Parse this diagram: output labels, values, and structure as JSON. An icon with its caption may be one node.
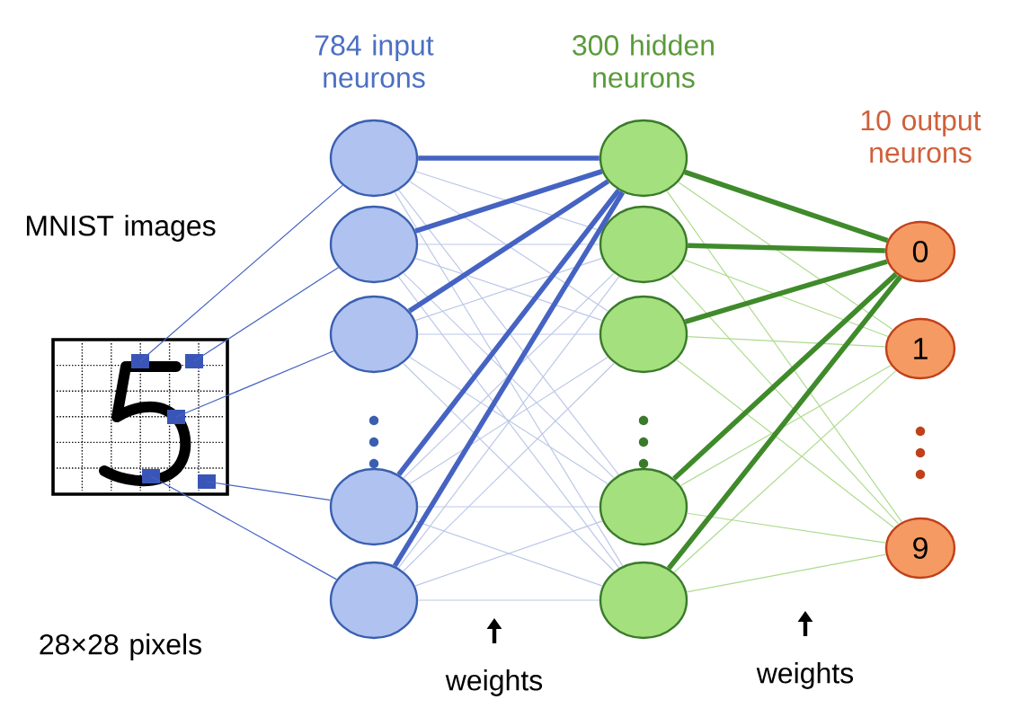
{
  "diagram": {
    "nodes": [
      {
        "text": [],
        "shape": "picture"
      },
      {
        "text": [],
        "shape": "circle"
      },
      {
        "text": [],
        "shape": "circle"
      },
      {
        "text": [],
        "shape": "circle"
      },
      {
        "text": [],
        "shape": "circle"
      },
      {
        "text": [],
        "shape": "circle"
      },
      {
        "text": [],
        "shape": "circle"
      },
      {
        "text": [],
        "shape": "circle"
      },
      {
        "text": [],
        "shape": "circle"
      },
      {
        "text": [],
        "shape": "circle"
      },
      {
        "text": [],
        "shape": "circle"
      },
      {
        "text": [
          "0"
        ]
      },
      {
        "text": [
          "1"
        ]
      },
      {
        "text": [
          "9"
        ]
      }
    ],
    "edges": [
      {
        "from": 0,
        "to": 1,
        "arrow": "none",
        "color": "#4563c2"
      },
      {
        "from": 0,
        "to": 2,
        "arrow": "none",
        "color": "#4563c2"
      },
      {
        "from": 0,
        "to": 3,
        "arrow": "none",
        "color": "#4563c2"
      },
      {
        "from": 0,
        "to": 4,
        "arrow": "none",
        "color": "#4563c2"
      },
      {
        "from": 0,
        "to": 5,
        "arrow": "none",
        "color": "#4563c2"
      },
      {
        "from": 1,
        "to": 6,
        "arrow": "none",
        "style": "thick",
        "color": "#4563c2"
      },
      {
        "from": 1,
        "to": 7,
        "arrow": "none",
        "color": "#bcc8e8"
      },
      {
        "from": 1,
        "to": 8,
        "arrow": "none",
        "color": "#bcc8e8"
      },
      {
        "from": 1,
        "to": 9,
        "arrow": "none",
        "color": "#bcc8e8"
      },
      {
        "from": 1,
        "to": 10,
        "arrow": "none",
        "color": "#bcc8e8"
      },
      {
        "from": 2,
        "to": 6,
        "arrow": "none",
        "style": "thick",
        "color": "#4563c2"
      },
      {
        "from": 2,
        "to": 7,
        "arrow": "none",
        "color": "#bcc8e8"
      },
      {
        "from": 2,
        "to": 8,
        "arrow": "none",
        "color": "#bcc8e8"
      },
      {
        "from": 2,
        "to": 9,
        "arrow": "none",
        "color": "#bcc8e8"
      },
      {
        "from": 2,
        "to": 10,
        "arrow": "none",
        "color": "#bcc8e8"
      },
      {
        "from": 3,
        "to": 6,
        "arrow": "none",
        "style": "thick",
        "color": "#4563c2"
      },
      {
        "from": 3,
        "to": 7,
        "arrow": "none",
        "color": "#bcc8e8"
      },
      {
        "from": 3,
        "to": 8,
        "arrow": "none",
        "color": "#bcc8e8"
      },
      {
        "from": 3,
        "to": 9,
        "arrow": "none",
        "color": "#bcc8e8"
      },
      {
        "from": 3,
        "to": 10,
        "arrow": "none",
        "color": "#bcc8e8"
      },
      {
        "from": 4,
        "to": 6,
        "arrow": "none",
        "style": "thick",
        "color": "#4563c2"
      },
      {
        "from": 4,
        "to": 7,
        "arrow": "none",
        "color": "#bcc8e8"
      },
      {
        "from": 4,
        "to": 8,
        "arrow": "none",
        "color": "#bcc8e8"
      },
      {
        "from": 4,
        "to": 9,
        "arrow": "none",
        "color": "#bcc8e8"
      },
      {
        "from": 4,
        "to": 10,
        "arrow": "none",
        "color": "#bcc8e8"
      },
      {
        "from": 5,
        "to": 6,
        "arrow": "none",
        "style": "thick",
        "color": "#4563c2"
      },
      {
        "from": 5,
        "to": 7,
        "arrow": "none",
        "color": "#bcc8e8"
      },
      {
        "from": 5,
        "to": 8,
        "arrow": "none",
        "color": "#bcc8e8"
      },
      {
        "from": 5,
        "to": 9,
        "arrow": "none",
        "color": "#bcc8e8"
      },
      {
        "from": 5,
        "to": 10,
        "arrow": "none",
        "color": "#bcc8e8"
      },
      {
        "from": 6,
        "to": 11,
        "arrow": "none",
        "style": "thick",
        "color": "#3f8a2a"
      },
      {
        "from": 6,
        "to": 12,
        "arrow": "none",
        "color": "#aedb8e"
      },
      {
        "from": 6,
        "to": 13,
        "arrow": "none",
        "color": "#aedb8e"
      },
      {
        "from": 7,
        "to": 11,
        "arrow": "none",
        "style": "thick",
        "color": "#3f8a2a"
      },
      {
        "from": 7,
        "to": 12,
        "arrow": "none",
        "color": "#aedb8e"
      },
      {
        "from": 7,
        "to": 13,
        "arrow": "none",
        "color": "#aedb8e"
      },
      {
        "from": 8,
        "to": 11,
        "arrow": "none",
        "style": "thick",
        "color": "#3f8a2a"
      },
      {
        "from": 8,
        "to": 12,
        "arrow": "none",
        "color": "#aedb8e"
      },
      {
        "from": 8,
        "to": 13,
        "arrow": "none",
        "color": "#aedb8e"
      },
      {
        "from": 9,
        "to": 11,
        "arrow": "none",
        "style": "thick",
        "color": "#3f8a2a"
      },
      {
        "from": 9,
        "to": 12,
        "arrow": "none",
        "color": "#aedb8e"
      },
      {
        "from": 9,
        "to": 13,
        "arrow": "none",
        "color": "#aedb8e"
      },
      {
        "from": 10,
        "to": 11,
        "arrow": "none",
        "style": "thick",
        "color": "#3f8a2a"
      },
      {
        "from": 10,
        "to": 12,
        "arrow": "none",
        "color": "#aedb8e"
      },
      {
        "from": 10,
        "to": 13,
        "arrow": "none",
        "color": "#aedb8e"
      }
    ],
    "labels": [
      "784 input neurons",
      "300 hidden neurons",
      "10 output neurons",
      "MNIST images",
      "28×28 pixels",
      "weights",
      "weights"
    ]
  }
}
